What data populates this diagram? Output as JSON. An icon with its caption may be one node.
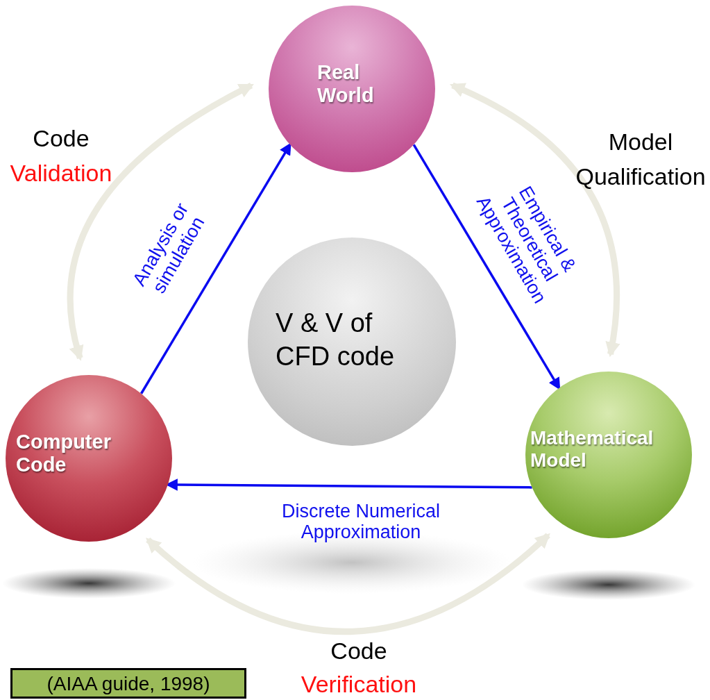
{
  "diagram": {
    "nodes": [
      {
        "text": [
          "Real World"
        ]
      },
      {
        "text": [
          "Computer Code"
        ]
      },
      {
        "text": [
          "Mathematical Model"
        ]
      },
      {
        "text": [
          "V & V of CFD code"
        ]
      },
      {
        "text": [
          "(AIAA guide, 1998)"
        ]
      }
    ],
    "edges": [
      {
        "from": 1,
        "to": 0,
        "arrow": "to",
        "label": "Analysis or simulation"
      },
      {
        "from": 0,
        "to": 2,
        "arrow": "to",
        "label": "Empirical & Theoretical Approximation"
      },
      {
        "from": 2,
        "to": 1,
        "arrow": "to",
        "label": "Discrete Numerical Approximation"
      },
      {
        "from": 0,
        "to": 1,
        "arrow": "both",
        "style": "thick",
        "color": "#ebeadf"
      },
      {
        "from": 0,
        "to": 2,
        "arrow": "both",
        "style": "thick",
        "color": "#ebeadf"
      },
      {
        "from": 1,
        "to": 2,
        "arrow": "both",
        "style": "thick",
        "color": "#ebeadf"
      }
    ],
    "labels": [
      "Code",
      "Validation",
      "Model",
      "Qualification",
      "Code",
      "Verification"
    ]
  }
}
